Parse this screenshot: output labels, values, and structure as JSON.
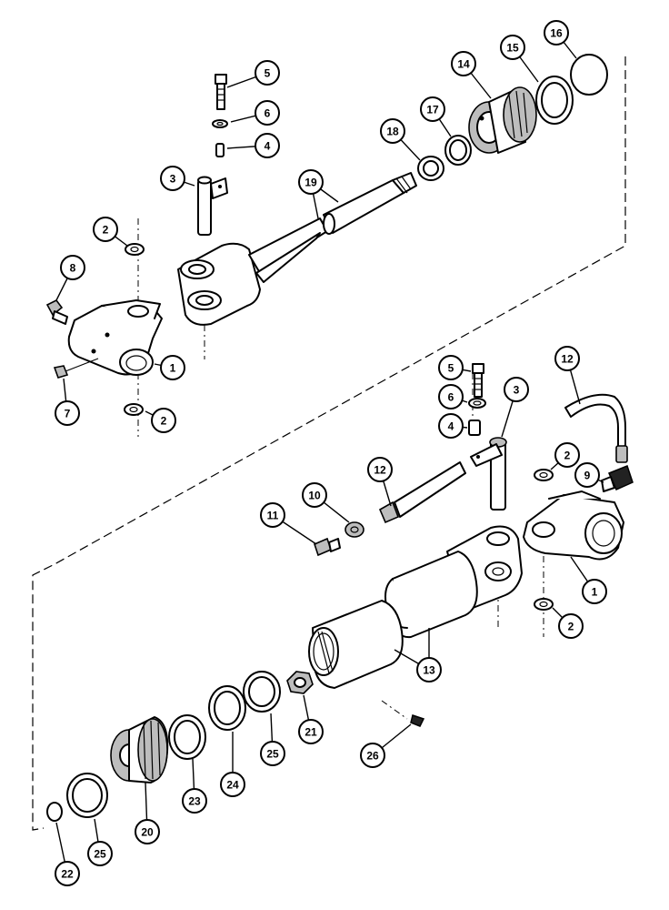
{
  "figure": {
    "background": "#ffffff",
    "line_color": "#000000",
    "callouts": [
      {
        "label": "1"
      },
      {
        "label": "1"
      },
      {
        "label": "2"
      },
      {
        "label": "2"
      },
      {
        "label": "2"
      },
      {
        "label": "2"
      },
      {
        "label": "3"
      },
      {
        "label": "3"
      },
      {
        "label": "4"
      },
      {
        "label": "4"
      },
      {
        "label": "5"
      },
      {
        "label": "5"
      },
      {
        "label": "6"
      },
      {
        "label": "6"
      },
      {
        "label": "7"
      },
      {
        "label": "8"
      },
      {
        "label": "9"
      },
      {
        "label": "10"
      },
      {
        "label": "11"
      },
      {
        "label": "12"
      },
      {
        "label": "12"
      },
      {
        "label": "13"
      },
      {
        "label": "14"
      },
      {
        "label": "15"
      },
      {
        "label": "16"
      },
      {
        "label": "17"
      },
      {
        "label": "18"
      },
      {
        "label": "19"
      },
      {
        "label": "20"
      },
      {
        "label": "21"
      },
      {
        "label": "22"
      },
      {
        "label": "23"
      },
      {
        "label": "24"
      },
      {
        "label": "25"
      },
      {
        "label": "25"
      },
      {
        "label": "26"
      }
    ]
  }
}
